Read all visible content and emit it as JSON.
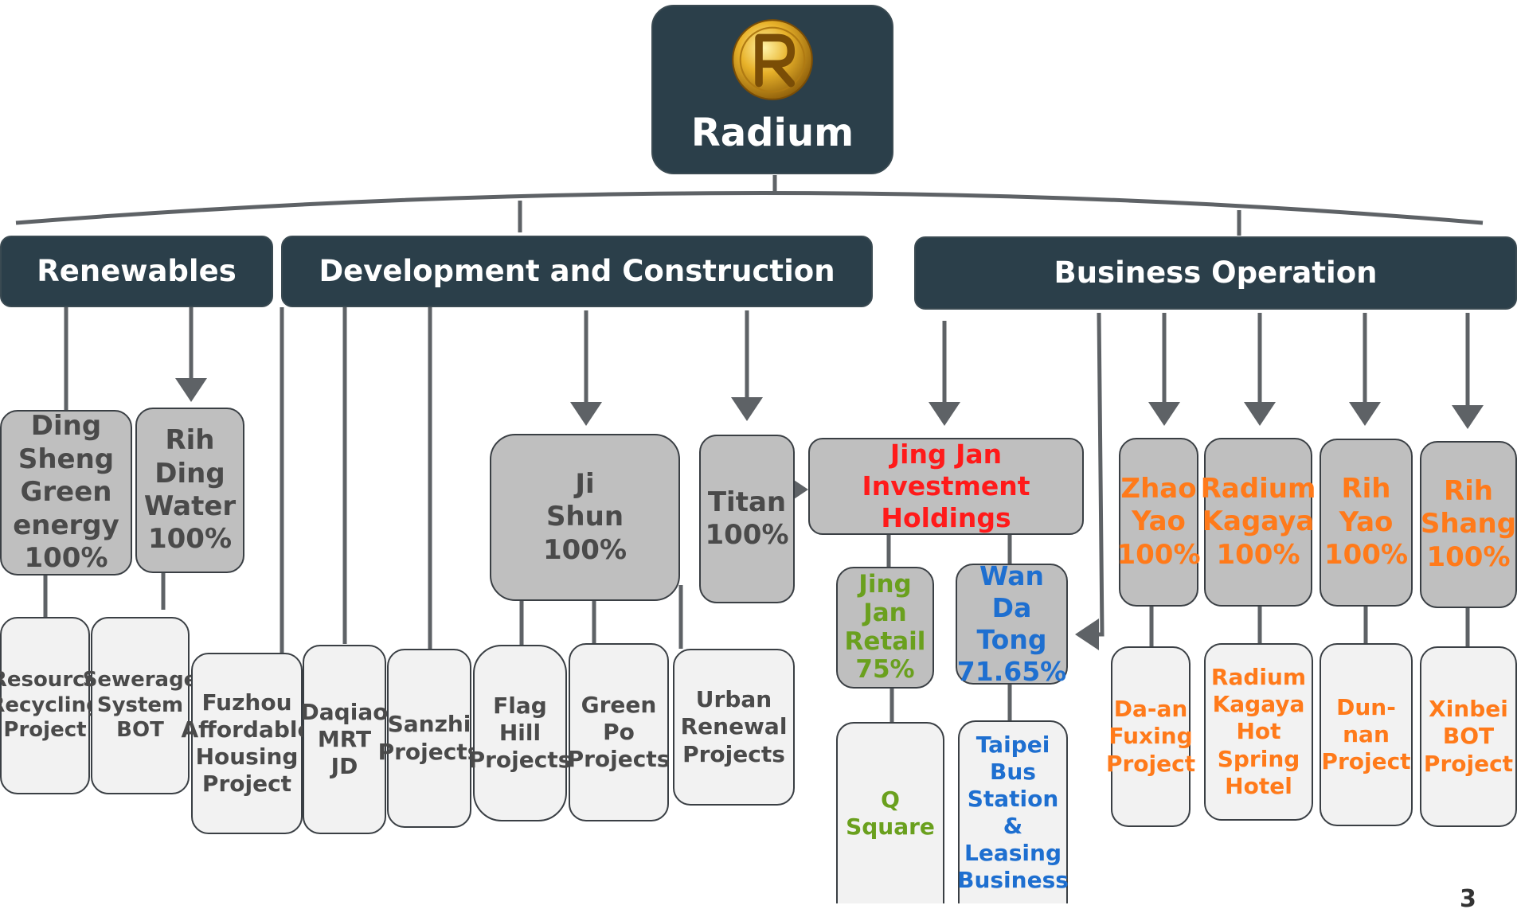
{
  "root": {
    "label": "Radium",
    "logo_icon": "radium-gold-coin-logo"
  },
  "categories": {
    "renewables": "Renewables",
    "development": "Development and Construction",
    "business": "Business Operation"
  },
  "renewables": {
    "ding_sheng": "Ding Sheng\nGreen\nenergy\n100%",
    "rih_ding": "Rih Ding\nWater\n100%",
    "resource_recycling": "Resource\nRecycling\nProject",
    "sewerage": "Sewerage\nSystem\nBOT"
  },
  "development": {
    "fuzhou": "Fuzhou\nAffordable\nHousing\nProject",
    "daqiao": "Daqiao\nMRT\nJD",
    "sanzhi": "Sanzhi\nProjects",
    "ji_shun": "Ji\nShun\n100%",
    "titan": "Titan\n100%",
    "flag_hill": "Flag Hill\nProjects",
    "green_po": "Green\nPo\nProjects",
    "urban_renewal": "Urban\nRenewal\nProjects"
  },
  "business": {
    "jing_jan_holdings": "Jing Jan Investment\nHoldings",
    "jing_jan_retail": "Jing\nJan\nRetail\n75%",
    "wan_da_tong": "Wan Da\nTong\n71.65%",
    "q_square": "Q Square",
    "taipei_bus": "Taipei\nBus\nStation\n&\nLeasing\nBusiness",
    "zhao_yao": "Zhao\nYao\n100%",
    "radium_kagaya": "Radium\nKagaya\n100%",
    "rih_yao": "Rih\nYao\n100%",
    "rih_shang": "Rih\nShang\n100%",
    "daan_fuxing": "Da-an\nFuxing\nProject",
    "kagaya_hotel": "Radium\nKagaya\nHot\nSpring\nHotel",
    "dunnan": "Dun-nan\nProject",
    "xinbei": "Xinbei\nBOT\nProject"
  },
  "page_number": "3",
  "colors": {
    "header_bg": "#2b3f4a",
    "subsidiary_bg": "#bfbfbf",
    "project_bg": "#f2f2f2",
    "line": "#5e6266",
    "red_text": "#ff1a1a",
    "orange_text": "#ff7a1a",
    "green_text": "#6aa01e",
    "blue_text": "#1e6fd0"
  }
}
